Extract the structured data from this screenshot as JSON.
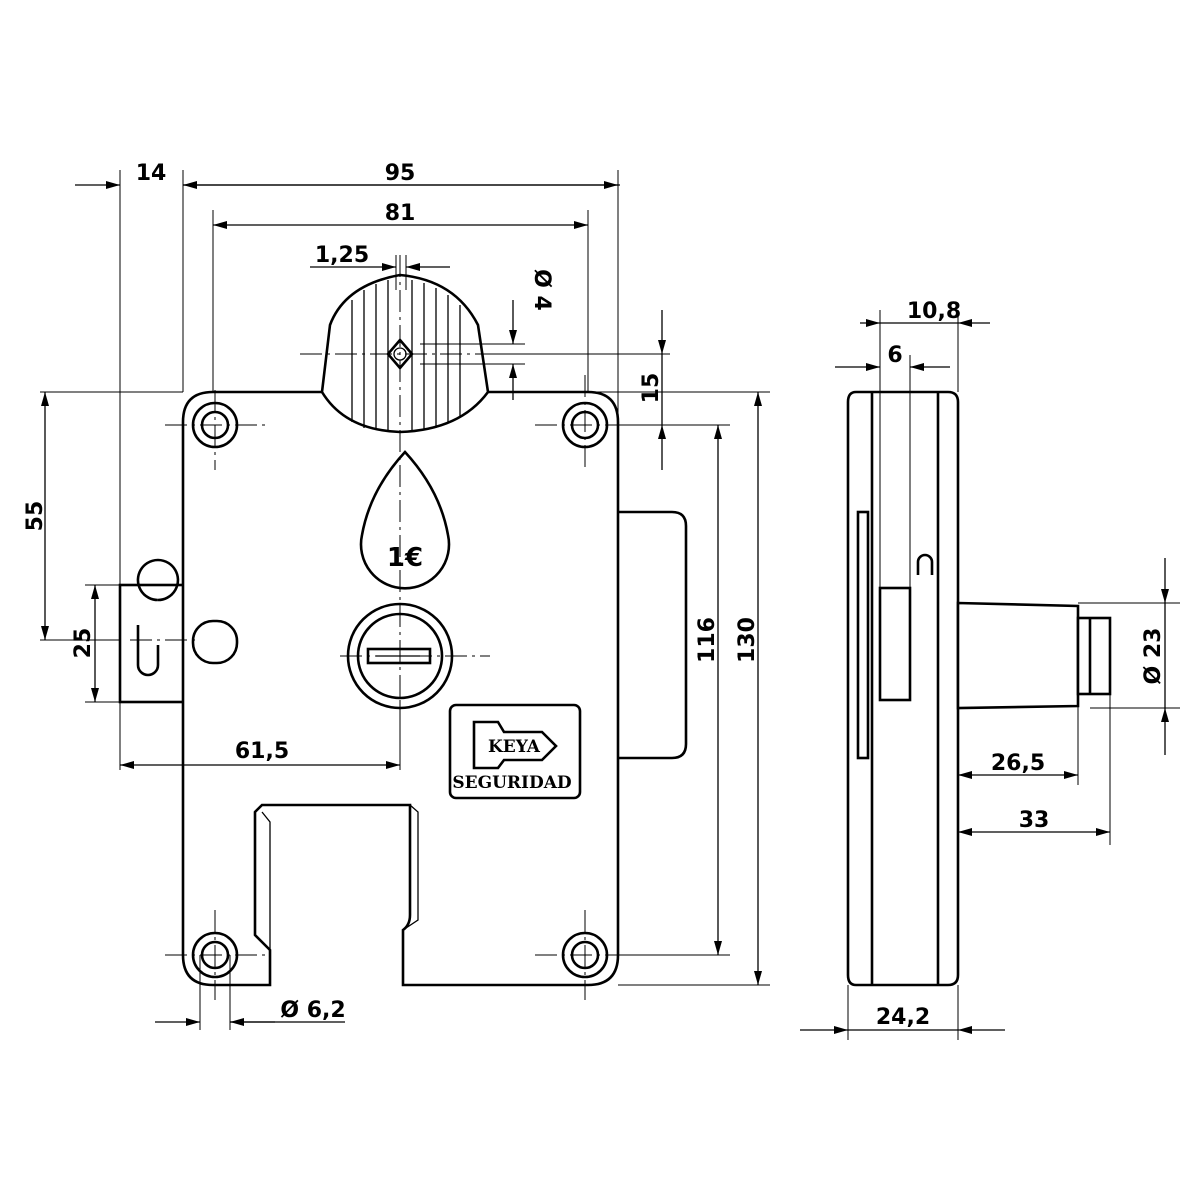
{
  "dimensions": {
    "d14": "14",
    "d95": "95",
    "d81": "81",
    "d125": "1,25",
    "d4": "Ø 4",
    "d15": "15",
    "d55": "55",
    "d25": "25",
    "d116": "116",
    "d130": "130",
    "d615": "61,5",
    "d62": "Ø 6,2",
    "d108": "10,8",
    "d6": "6",
    "d23": "Ø 23",
    "d265": "26,5",
    "d33": "33",
    "d242": "24,2"
  },
  "labels": {
    "coin": "1€",
    "brand_logo": "KEYA",
    "brand_name": "SEGURIDAD"
  }
}
